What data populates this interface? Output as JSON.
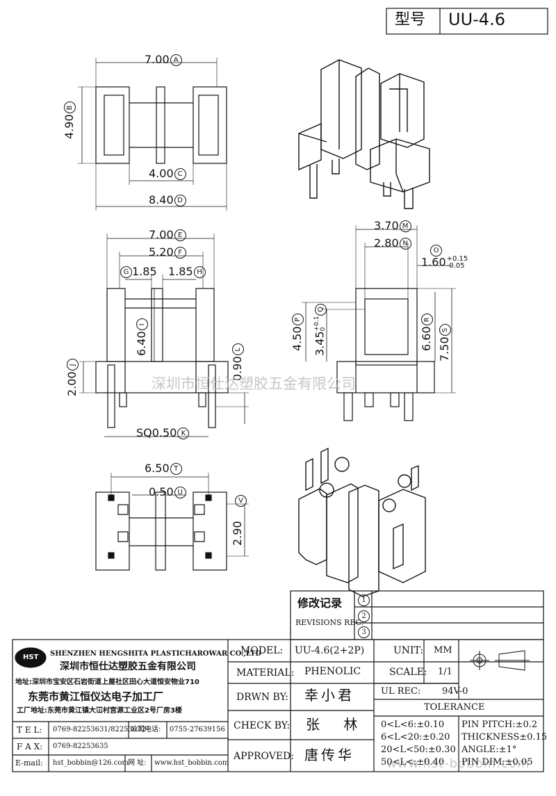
{
  "header": {
    "type_label": "型号",
    "model": "UU-4.6"
  },
  "dims": {
    "A": {
      "value": "7.00",
      "mark": "A"
    },
    "B": {
      "value": "4.90",
      "mark": "B"
    },
    "C": {
      "value": "4.00",
      "mark": "C"
    },
    "D": {
      "value": "8.40",
      "mark": "D"
    },
    "E": {
      "value": "7.00",
      "mark": "E"
    },
    "F": {
      "value": "5.20",
      "mark": "F"
    },
    "G": {
      "value": "1.85",
      "mark": "G"
    },
    "H": {
      "value": "1.85",
      "mark": "H"
    },
    "I": {
      "value": "6.40",
      "mark": "I"
    },
    "J": {
      "value": "2.00",
      "mark": "J"
    },
    "K": {
      "value": "SQ0.50",
      "mark": "K"
    },
    "L": {
      "value": "0.90",
      "mark": "L"
    },
    "M": {
      "value": "3.70",
      "mark": "M"
    },
    "N": {
      "value": "2.80",
      "mark": "N"
    },
    "O": {
      "value": "1.60",
      "mark": "O",
      "tol_plus": "+0.15",
      "tol_minus": "-0.05"
    },
    "P": {
      "value": "4.50",
      "mark": "P"
    },
    "Q": {
      "value": "3.45",
      "mark": "Q",
      "tol_plus": "+0.1",
      "tol_minus": "0"
    },
    "R": {
      "value": "6.60",
      "mark": "R"
    },
    "S": {
      "value": "7.50",
      "mark": "S"
    },
    "T": {
      "value": "6.50",
      "mark": "T"
    },
    "U": {
      "value": "0.50",
      "mark": "U"
    },
    "V": {
      "value": "2.90",
      "mark": "V"
    }
  },
  "watermark": {
    "center": "深圳市恒仕达塑胶五金有限公司",
    "corner": "www.hst-bobbin.com"
  },
  "revisions": {
    "title": "修改记录",
    "title_en": "REVISIONS REC.",
    "marks": [
      "1",
      "2",
      "3"
    ]
  },
  "company": {
    "logo": "HST",
    "name_en": "SHENZHEN HENGSHITA PLASTICHAROWAR CO.,LTD",
    "name_cn": "深圳市恒仕达塑胶五金有限公司",
    "address": "地址:深圳市宝安区石岩街道上屋社区田心大道恒安物业710",
    "factory": "东莞市黄江恒仪达电子加工厂",
    "factory_address": "工厂地址:东莞市黄江镇大冚村宫源工业区2号厂房3楼"
  },
  "contact": {
    "tel_label": "T E L:",
    "tel": "0769-82253631/82253632",
    "company_tel_label": "公司电话:",
    "company_tel": "0755-27639156",
    "fax_label": "F A X:",
    "fax": "0769-82253635",
    "email_label": "E-mail:",
    "email": "hst_bobbin@126.com",
    "web_label": "网 址:",
    "web": "www.hst_bobbin.com"
  },
  "spec": {
    "model_label": "MODEL:",
    "model": "UU-4.6(2+2P)",
    "material_label": "MATERIAL:",
    "material": "PHENOLIC",
    "drawn_label": "DRWN BY:",
    "drawn": "幸小君",
    "check_label": "CHECK BY:",
    "check": "张 林",
    "approved_label": "APPROVED:",
    "approved": "唐传华",
    "unit_label": "UNIT:",
    "unit": "MM",
    "scale_label": "SCALE:",
    "scale": "1/1",
    "ul_label": "UL REC:",
    "ul": "94V-0"
  },
  "tolerance": {
    "title": "TOLERANCE",
    "ranges": [
      "0<L<6:±0.10",
      "6<L<20:±0.20",
      "20<L<50:±0.30",
      "50<L<:±0.40"
    ],
    "pin_pitch": "PIN PITCH:±0.2",
    "thickness": "THICKNESS±0.15",
    "angle": "ANGLE:±1°",
    "pin_dim": "PIN DIM:±0.05"
  }
}
